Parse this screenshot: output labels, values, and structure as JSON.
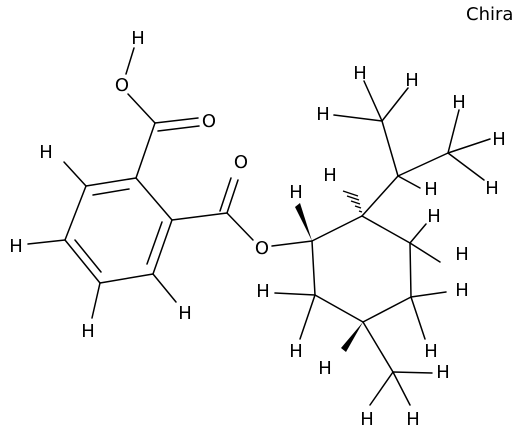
{
  "label": "Chiral",
  "atoms": [
    {
      "id": "O_oh",
      "el": "O"
    },
    {
      "id": "H_oh",
      "el": "H"
    },
    {
      "id": "O_co1",
      "el": "O"
    },
    {
      "id": "O_co2",
      "el": "O"
    },
    {
      "id": "O_est",
      "el": "O"
    },
    {
      "id": "H_ar1",
      "el": "H"
    },
    {
      "id": "H_ar2",
      "el": "H"
    },
    {
      "id": "H_ar3",
      "el": "H"
    },
    {
      "id": "H_ar4",
      "el": "H"
    },
    {
      "id": "H_c1",
      "el": "H"
    },
    {
      "id": "H_c2",
      "el": "H"
    },
    {
      "id": "H_c3a",
      "el": "H"
    },
    {
      "id": "H_c3b",
      "el": "H"
    },
    {
      "id": "H_c4",
      "el": "H"
    },
    {
      "id": "H_c5a",
      "el": "H"
    },
    {
      "id": "H_c5b",
      "el": "H"
    },
    {
      "id": "H_c6a",
      "el": "H"
    },
    {
      "id": "H_c6b",
      "el": "H"
    },
    {
      "id": "H_ip",
      "el": "H"
    },
    {
      "id": "H_me1a",
      "el": "H"
    },
    {
      "id": "H_me1b",
      "el": "H"
    },
    {
      "id": "H_me1c",
      "el": "H"
    },
    {
      "id": "H_me2a",
      "el": "H"
    },
    {
      "id": "H_me2b",
      "el": "H"
    },
    {
      "id": "H_me2c",
      "el": "H"
    },
    {
      "id": "H_me3a",
      "el": "H"
    },
    {
      "id": "H_me3b",
      "el": "H"
    },
    {
      "id": "H_me3c",
      "el": "H"
    }
  ]
}
